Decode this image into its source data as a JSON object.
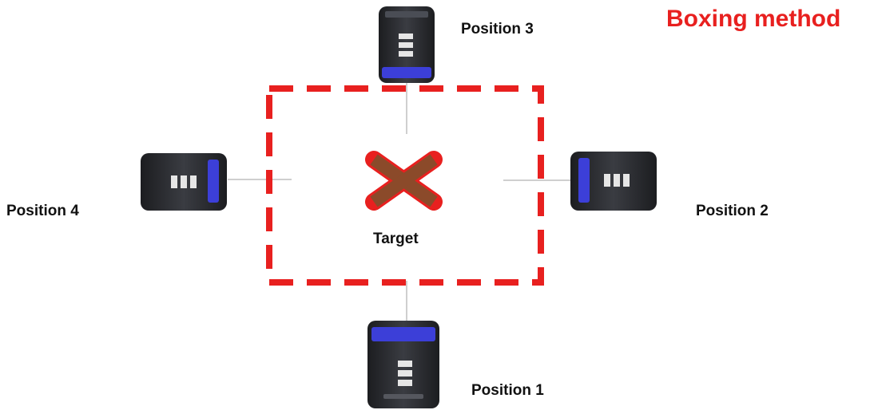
{
  "title": "Boxing method",
  "target_label": "Target",
  "positions": {
    "p1": "Position 1",
    "p2": "Position 2",
    "p3": "Position 3",
    "p4": "Position 4"
  },
  "colors": {
    "title": "#e8201f",
    "box_dash": "#e8201f",
    "target_fill": "#8b4a2a",
    "target_stroke": "#e8201f",
    "device_body": "#2b2d31",
    "device_band": "#3c3fd8",
    "cable": "#c9c9c9"
  },
  "icons": {
    "target_marker": "x-cross-icon",
    "device": "handheld-sensor-icon"
  }
}
